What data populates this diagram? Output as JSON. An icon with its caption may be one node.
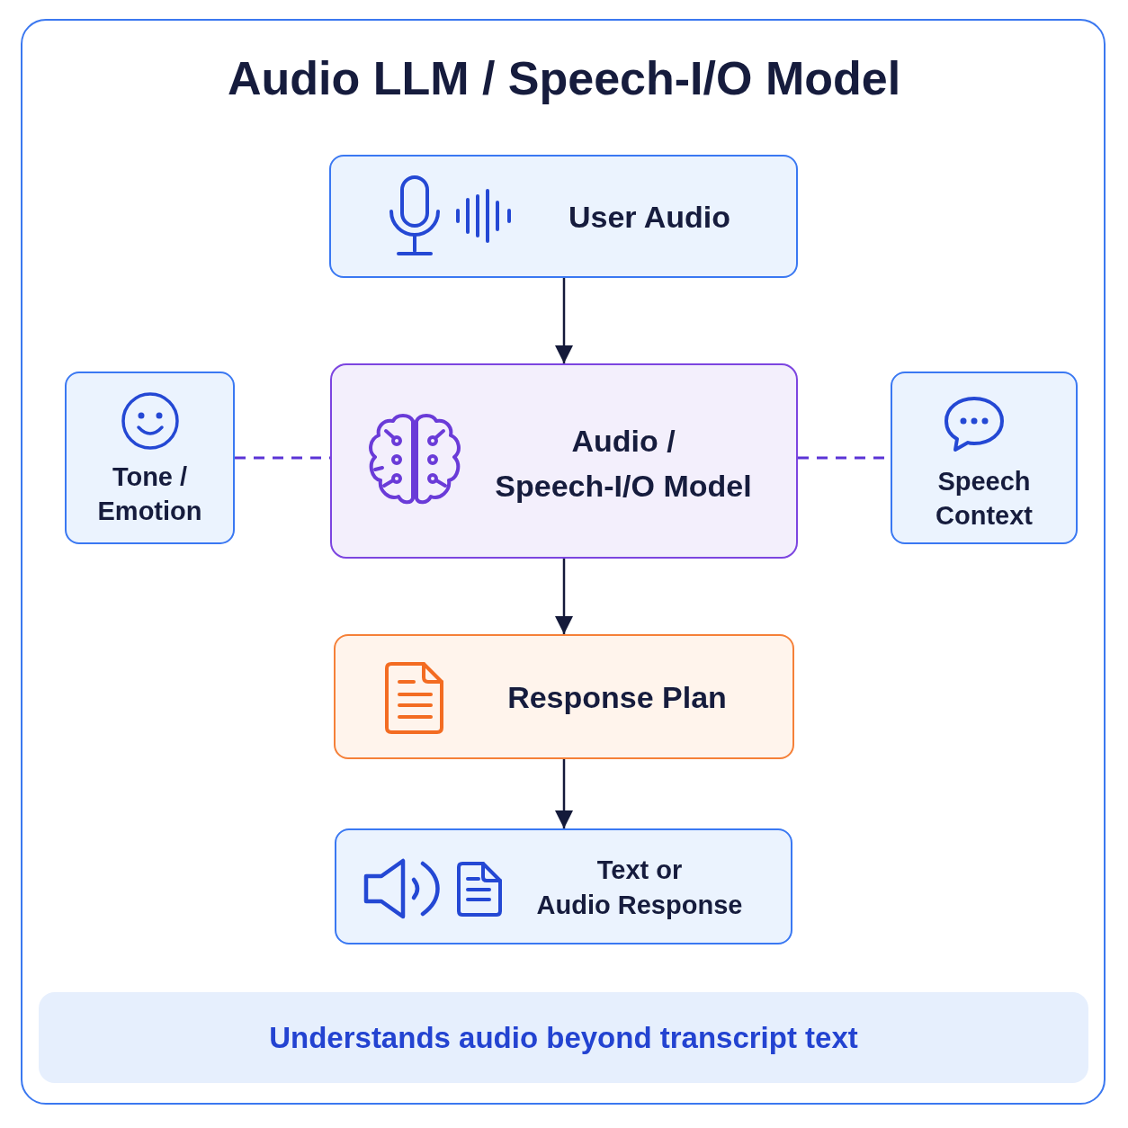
{
  "diagram": {
    "title": "Audio LLM / Speech-I/O Model",
    "nodes": [
      {
        "text": [
          "User Audio"
        ]
      },
      {
        "text": [
          "Tone / Emotion"
        ]
      },
      {
        "text": [
          "Audio / Speech-I/O Model"
        ]
      },
      {
        "text": [
          "Speech Context"
        ]
      },
      {
        "text": [
          "Response Plan"
        ]
      },
      {
        "text": [
          "Text or Audio Response"
        ]
      },
      {
        "text": [
          "Understands audio beyond transcript text"
        ]
      }
    ],
    "edges": [
      {
        "from": 0,
        "to": 2,
        "arrow": "to"
      },
      {
        "from": 1,
        "to": 2,
        "arrow": "none",
        "style": "dashed",
        "color": "#5b34d6"
      },
      {
        "from": 2,
        "to": 3,
        "arrow": "none",
        "style": "dashed",
        "color": "#5b34d6"
      },
      {
        "from": 2,
        "to": 4,
        "arrow": "to"
      },
      {
        "from": 4,
        "to": 5,
        "arrow": "to"
      }
    ]
  }
}
